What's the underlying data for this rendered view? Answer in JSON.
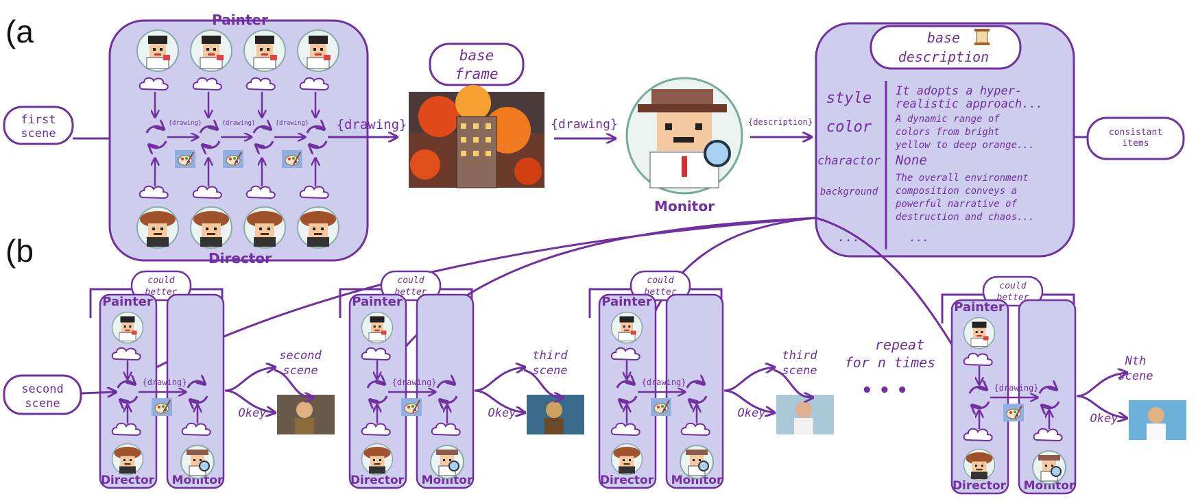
{
  "labels": {
    "a": "(a",
    "b": "(b"
  },
  "colors": {
    "purple": "#7030a0",
    "panel": "#cfcdee",
    "bubble": "#ffffff"
  },
  "part_a": {
    "first_scene": [
      "first",
      "scene"
    ],
    "painter": "Painter",
    "director": "Director",
    "drawing_small": "{drawing}",
    "drawing_big": "{drawing}",
    "base_frame": [
      "base",
      "frame"
    ],
    "drawing_arrow": "{drawing}",
    "monitor": "Monitor",
    "description_arrow": "{description}",
    "base_description": [
      "base",
      "description"
    ],
    "scroll_icon": "scroll-icon",
    "attributes": [
      {
        "key": "style",
        "value": [
          "It adopts a hyper-",
          "realistic approach..."
        ]
      },
      {
        "key": "color",
        "value": [
          "A dynamic range of",
          "colors from bright",
          "yellow to deep orange..."
        ]
      },
      {
        "key": "charactor",
        "value": [
          "None"
        ]
      },
      {
        "key": "background",
        "value": [
          "The overall environment",
          "composition conveys a",
          "powerful narrative of",
          "destruction and chaos..."
        ]
      },
      {
        "key": "...",
        "value": [
          "..."
        ]
      }
    ],
    "consistant_items": [
      "consistant",
      "items"
    ]
  },
  "part_b": {
    "second_scene_input": [
      "second",
      "scene"
    ],
    "could_better": [
      "could",
      "better"
    ],
    "painter": "Painter",
    "director": "Director",
    "monitor": "Monitor",
    "drawing": "{drawing}",
    "okey": "Okey",
    "outputs": [
      [
        "second",
        "scene"
      ],
      [
        "third",
        "scene"
      ],
      [
        "third",
        "scene"
      ],
      [
        "Nth",
        "scene"
      ]
    ],
    "repeat": [
      "repeat",
      "for n times"
    ],
    "dots": "• • •"
  }
}
